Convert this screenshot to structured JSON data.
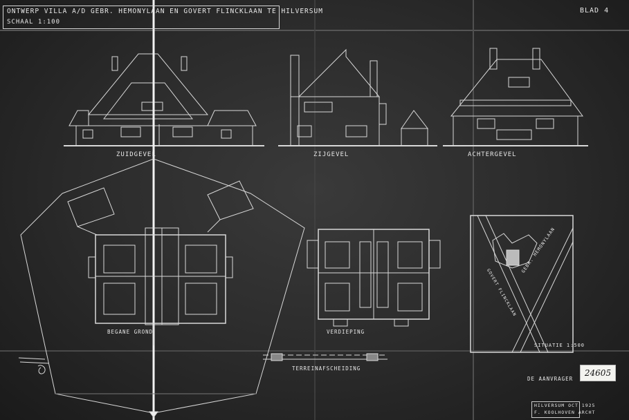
{
  "sheet": {
    "title_line1": "ONTWERP VILLA A/D GEBR. HEMONYLAAN EN GOVERT FLINCKLAAN TE HILVERSUM",
    "title_line2": "SCHAAL 1:100",
    "sheet_label": "BLAD 4",
    "catalog_number": "24605"
  },
  "elevations": [
    {
      "label": "ZUIDGEVEL"
    },
    {
      "label": "ZIJGEVEL"
    },
    {
      "label": "ACHTERGEVEL"
    }
  ],
  "plans": [
    {
      "label": "BEGANE GROND"
    },
    {
      "label": "VERDIEPING"
    }
  ],
  "situation": {
    "street_1": "GOVERT FLINCKLAAN",
    "street_2": "GEBR. HEMONYLAAN",
    "scale_label": "SITUATIE 1:500"
  },
  "section": {
    "label": "TERREINAFSCHEIDING"
  },
  "footer": {
    "applicant_label": "DE AANVRAGER",
    "architect_line1": "HILVERSUM OCT 1925",
    "architect_line2": "F. KOOLHOVEN ARCHT"
  },
  "colors": {
    "paper": "#2e2e2e",
    "ink": "#e8e8e8",
    "stamp": "#f4f4f0"
  }
}
